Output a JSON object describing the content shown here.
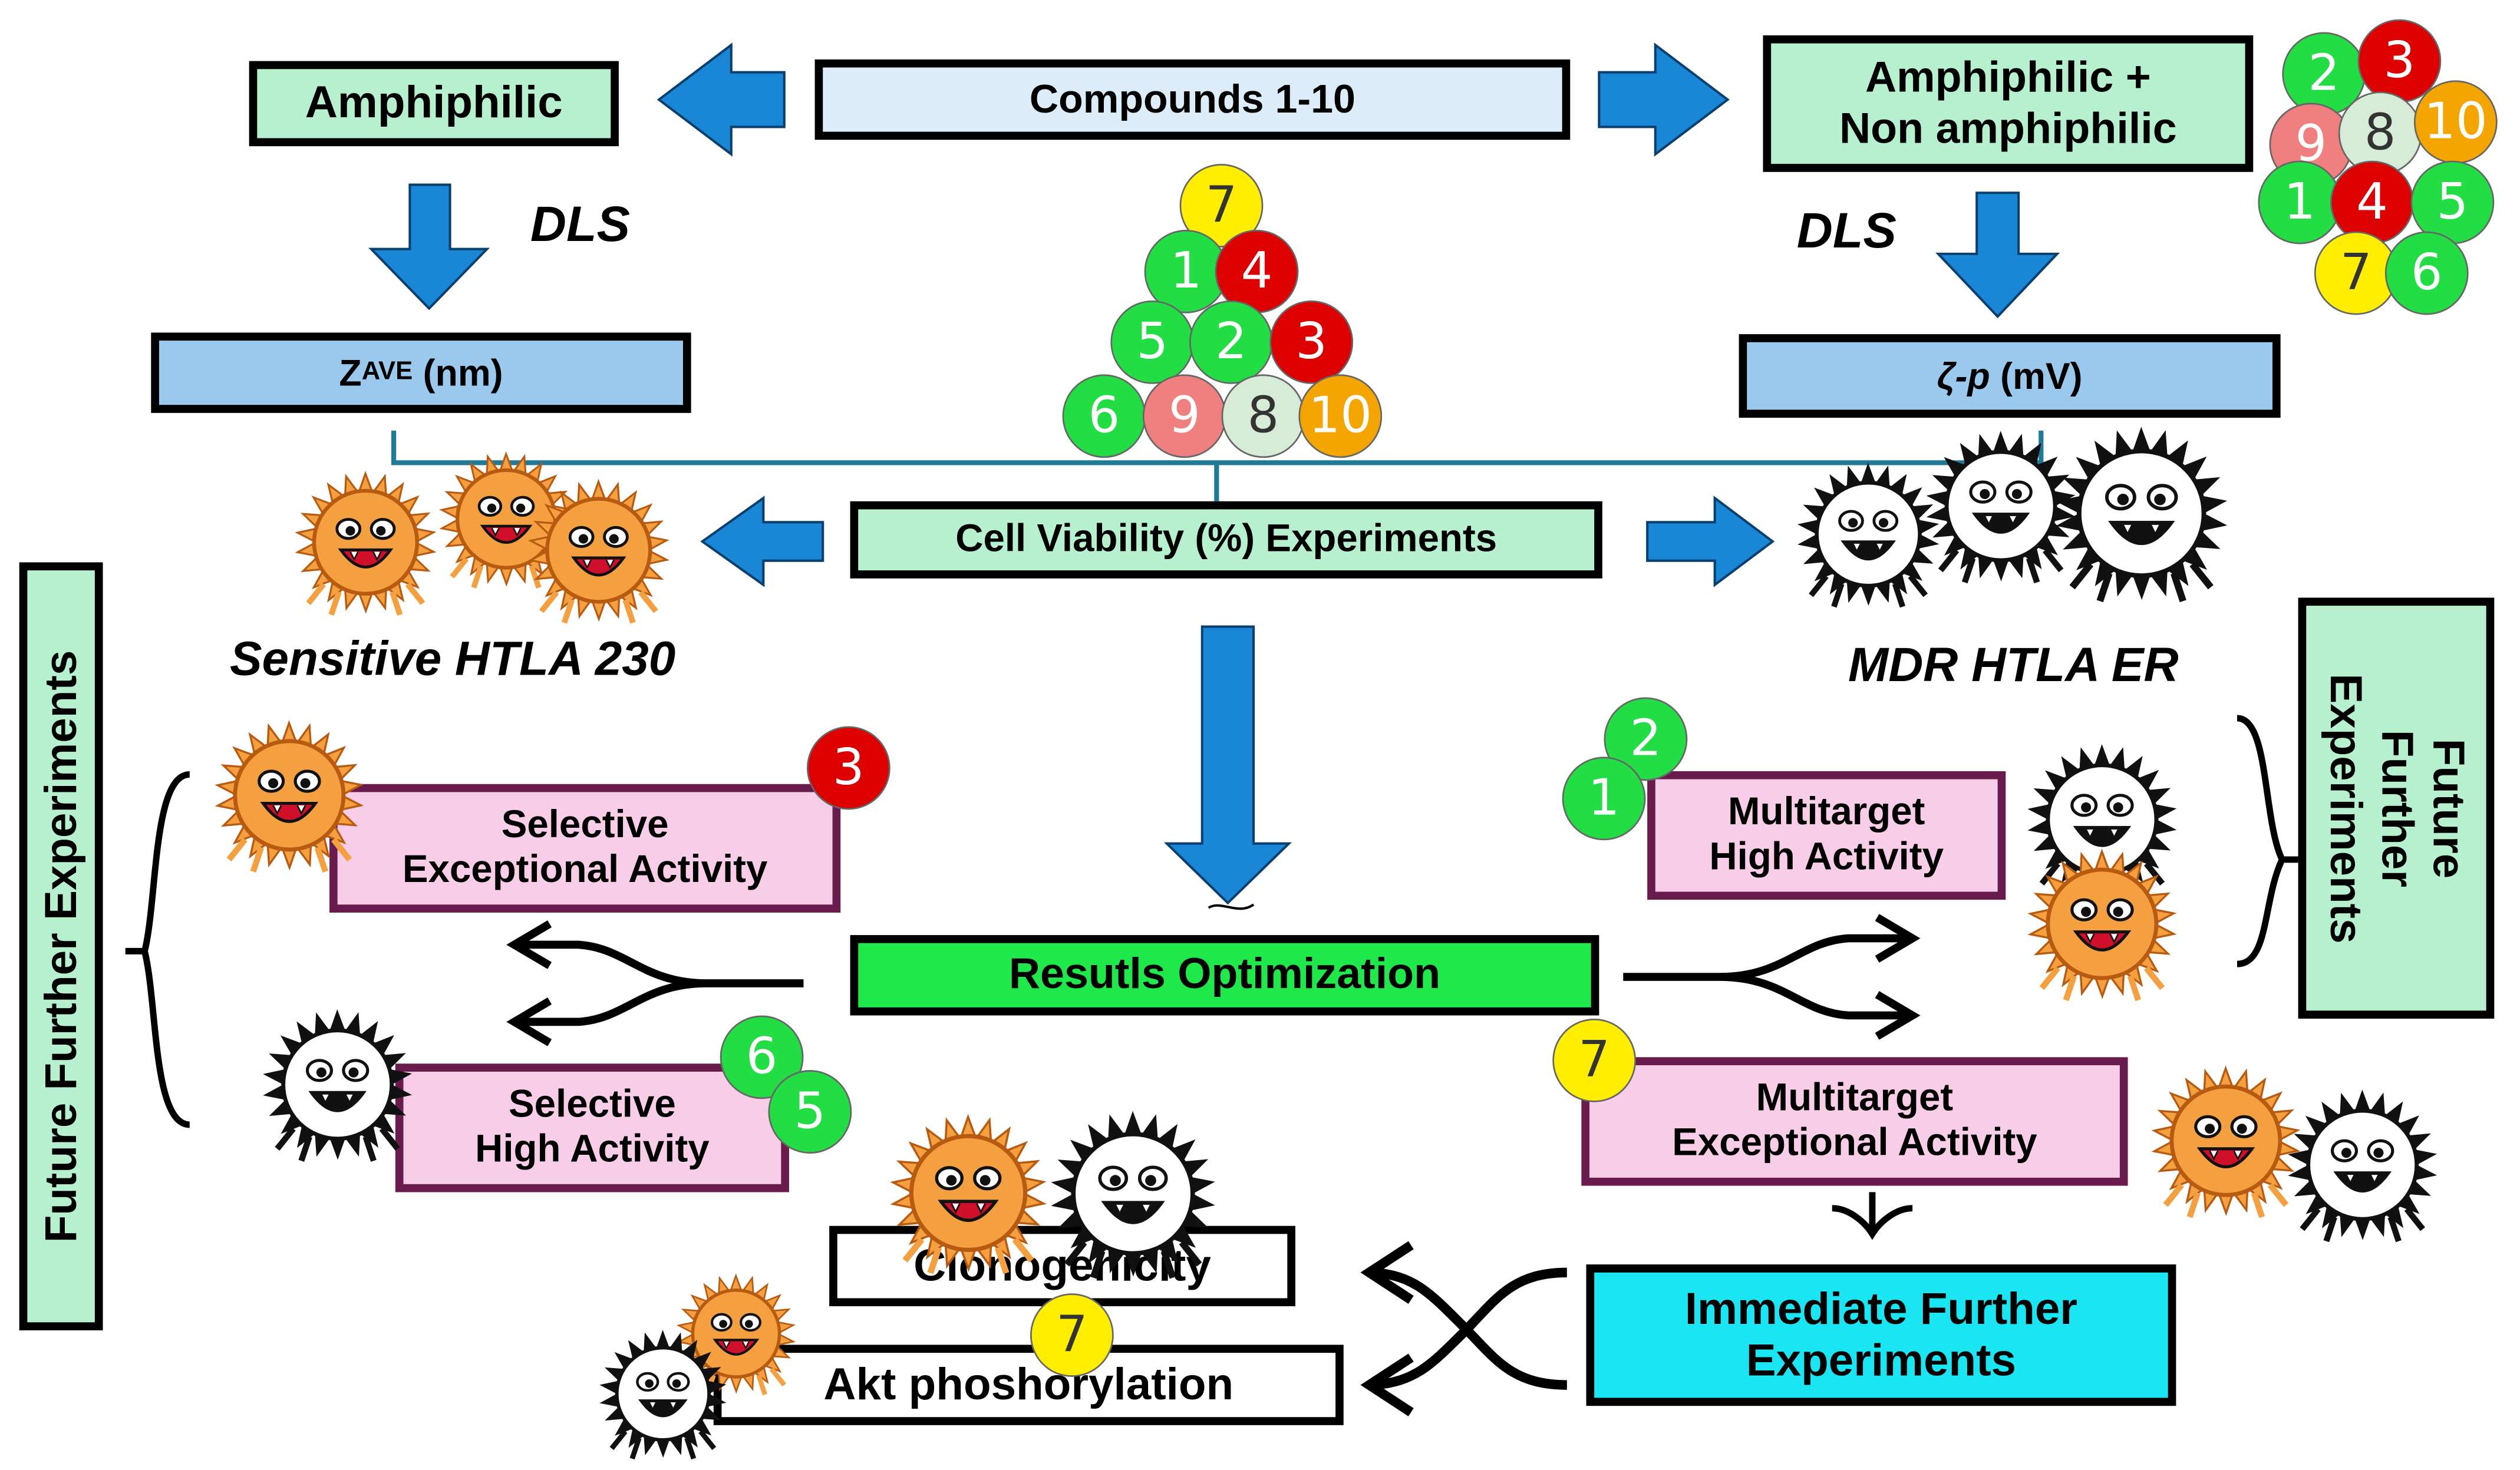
{
  "colors": {
    "green_ball": "#22dd44",
    "red_ball": "#dd0000",
    "pink_ball": "#f08080",
    "pale_ball": "#d6ecd6",
    "orange_ball": "#f5a500",
    "yellow_ball": "#ffee00",
    "arrow_blue": "#1a86d6",
    "orange_creature": "#f5a040",
    "black_creature": "#111111"
  },
  "nodes": {
    "compounds": "Compounds 1-10",
    "amphiphilic": "Amphiphilic",
    "amphiphilic_non": "Amphiphilic +\nNon amphiphilic",
    "dls_left": "DLS",
    "dls_right": "DLS",
    "zave_main": "Z",
    "zave_sub": "AVE",
    "zave_unit": " (nm)",
    "zeta_symbol": "ζ-p",
    "zeta_unit": " (mV)",
    "cell_viability": "Cell Viability (%) Experiments",
    "sensitive_label": "Sensitive HTLA 230",
    "mdr_label": "MDR HTLA ER",
    "results_optimization": "Resutls Optimization",
    "selective_exceptional": "Selective\nExceptional Activity",
    "selective_high": "Selective\nHigh Activity",
    "multitarget_high": "Multitarget\nHigh Activity",
    "multitarget_exceptional": "Multitarget\nExceptional Activity",
    "immediate_further": "Immediate Further\nExperiments",
    "clonogenicity": "Clonogenicity",
    "akt": "Akt phoshorylation",
    "future_left": "Future Further Experiments",
    "future_right": "Future\nFurther\nExperiments"
  },
  "pyramid_balls": [
    {
      "label": "7",
      "color": "yellow"
    },
    {
      "label": "1",
      "color": "green"
    },
    {
      "label": "4",
      "color": "red"
    },
    {
      "label": "5",
      "color": "green"
    },
    {
      "label": "2",
      "color": "green"
    },
    {
      "label": "3",
      "color": "red"
    },
    {
      "label": "6",
      "color": "green"
    },
    {
      "label": "9",
      "color": "pink"
    },
    {
      "label": "8",
      "color": "pale"
    },
    {
      "label": "10",
      "color": "orange"
    }
  ],
  "cluster_balls": [
    {
      "label": "2",
      "color": "green"
    },
    {
      "label": "3",
      "color": "red"
    },
    {
      "label": "9",
      "color": "pink"
    },
    {
      "label": "8",
      "color": "pale"
    },
    {
      "label": "10",
      "color": "orange"
    },
    {
      "label": "1",
      "color": "green"
    },
    {
      "label": "4",
      "color": "red"
    },
    {
      "label": "5",
      "color": "green"
    },
    {
      "label": "7",
      "color": "yellow"
    },
    {
      "label": "6",
      "color": "green"
    }
  ],
  "tag_balls": {
    "selective_exceptional": [
      "3"
    ],
    "selective_high": [
      "6",
      "5"
    ],
    "multitarget_high": [
      "2",
      "1"
    ],
    "multitarget_exceptional": [
      "7"
    ],
    "akt": [
      "7"
    ]
  }
}
